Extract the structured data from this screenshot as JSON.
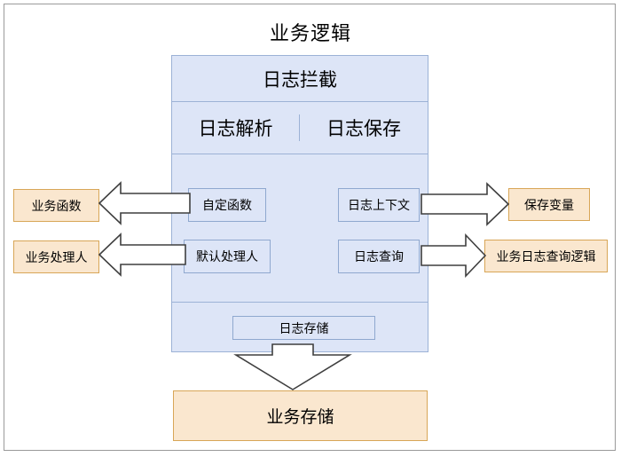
{
  "diagram": {
    "title": "业务逻辑",
    "type": "block-architecture",
    "colors": {
      "panel_fill": "#dde5f7",
      "panel_border": "#9cb2d6",
      "accent_fill": "#fae7cf",
      "accent_border": "#d8a657",
      "frame_border": "#9a9a9a",
      "arrow_stroke": "#3a3a3a",
      "arrow_fill": "#ffffff"
    }
  },
  "panel": {
    "header": "日志拦截",
    "subcells": [
      {
        "label": "日志解析"
      },
      {
        "label": "日志保存"
      }
    ],
    "inner_boxes": [
      {
        "id": "custom-function",
        "label": "自定函数"
      },
      {
        "id": "log-context",
        "label": "日志上下文"
      },
      {
        "id": "default-handler",
        "label": "默认处理人"
      },
      {
        "id": "log-query",
        "label": "日志查询"
      },
      {
        "id": "log-storage",
        "label": "日志存储"
      }
    ]
  },
  "external_boxes": [
    {
      "id": "business-function",
      "label": "业务函数",
      "side": "left"
    },
    {
      "id": "business-handler",
      "label": "业务处理人",
      "side": "left"
    },
    {
      "id": "save-variable",
      "label": "保存变量",
      "side": "right"
    },
    {
      "id": "business-log-query-logic",
      "label": "业务日志查询逻辑",
      "side": "right"
    },
    {
      "id": "business-storage",
      "label": "业务存储",
      "side": "bottom"
    }
  ],
  "arrows": [
    {
      "id": "arrow-custom-function-to-business-function",
      "direction": "left",
      "from": "自定函数",
      "to": "业务函数"
    },
    {
      "id": "arrow-default-handler-to-business-handler",
      "direction": "left",
      "from": "默认处理人",
      "to": "业务处理人"
    },
    {
      "id": "arrow-log-context-to-save-variable",
      "direction": "right",
      "from": "日志上下文",
      "to": "保存变量"
    },
    {
      "id": "arrow-log-query-to-business-log-query-logic",
      "direction": "right",
      "from": "日志查询",
      "to": "业务日志查询逻辑"
    },
    {
      "id": "arrow-log-storage-to-business-storage",
      "direction": "down",
      "from": "日志存储",
      "to": "业务存储"
    }
  ]
}
